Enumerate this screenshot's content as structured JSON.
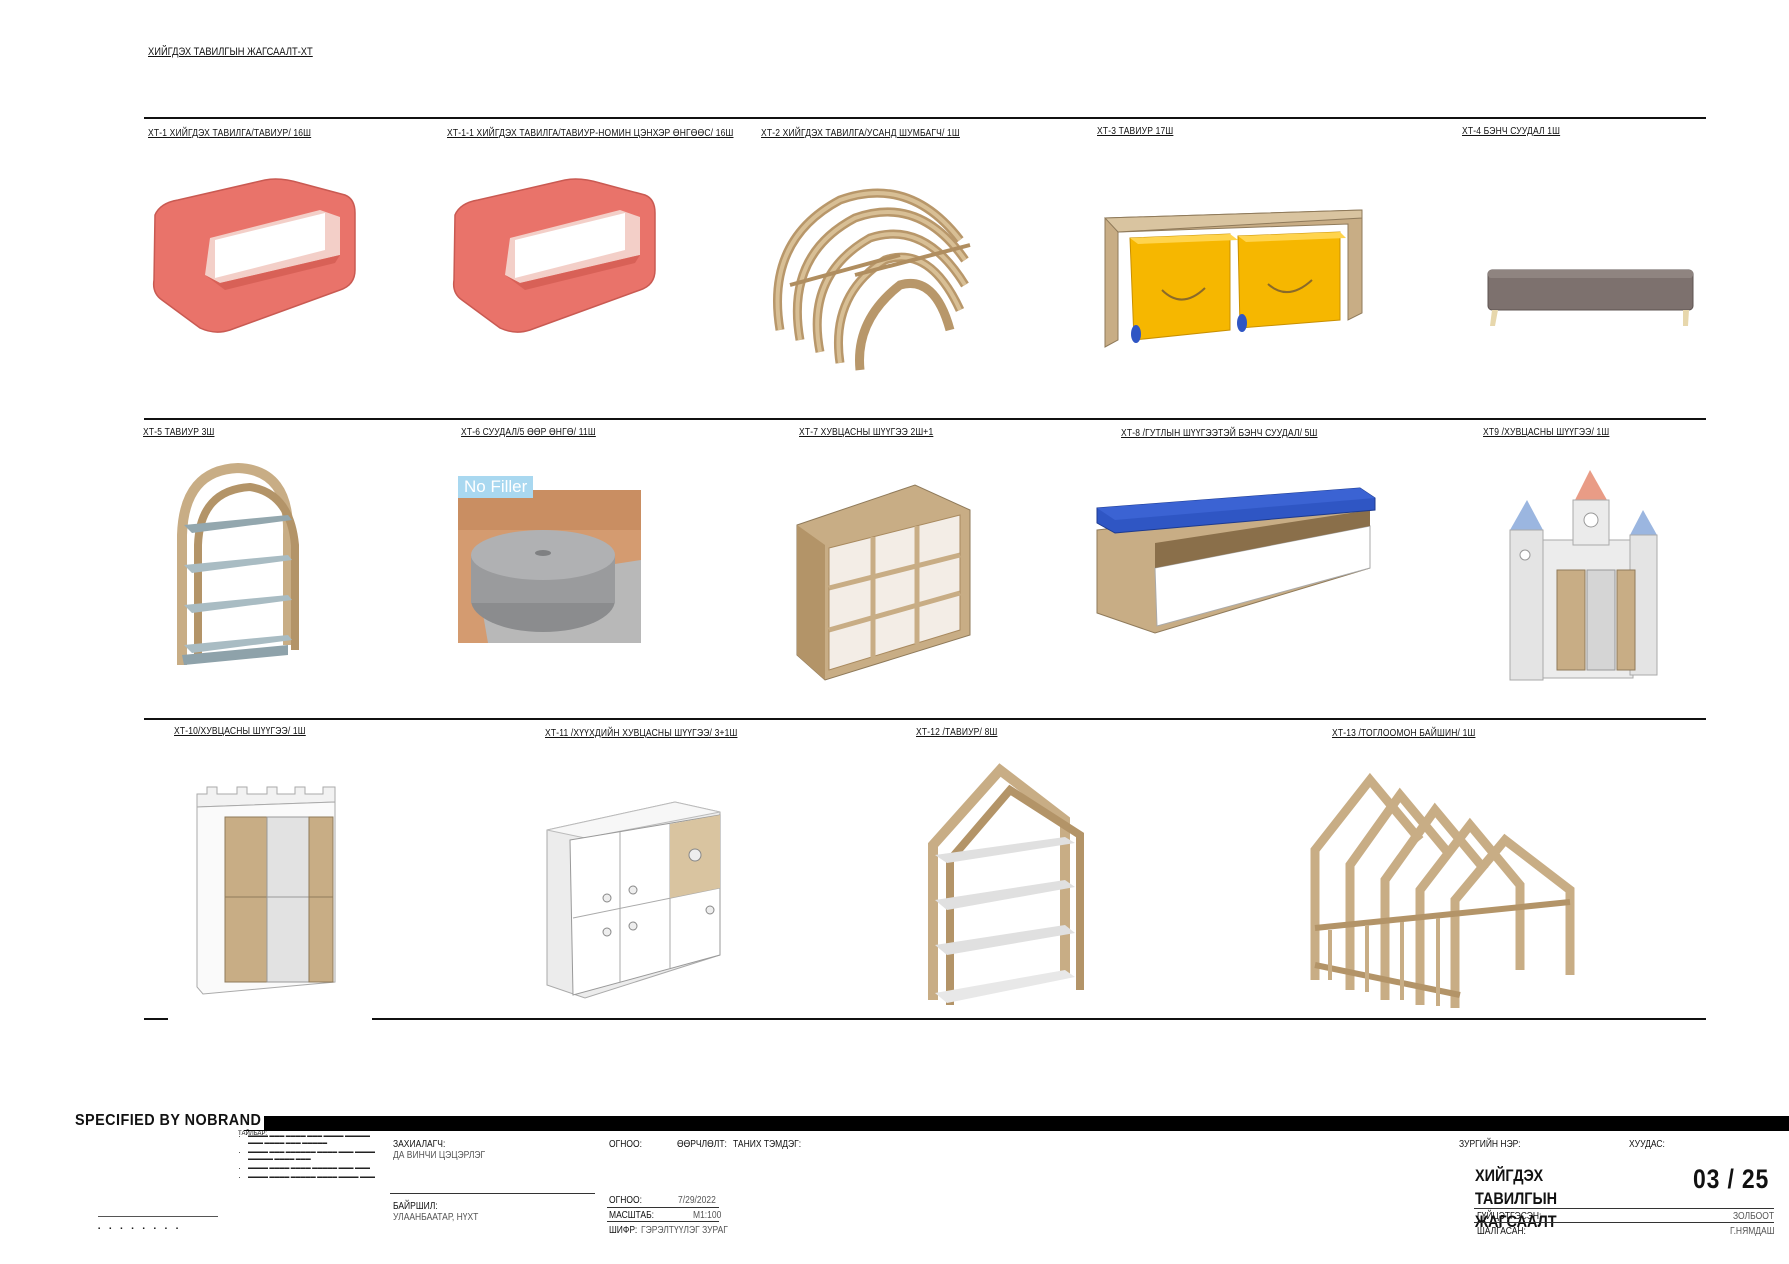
{
  "sheet_title": "ХИЙГДЭХ ТАВИЛГЫН ЖАГСААЛТ-ХТ",
  "items": [
    {
      "label": "ХТ-1 ХИЙГДЭХ ТАВИЛГА/ТАВИУР/   16Ш",
      "icon": "pink-cube-shelf-icon"
    },
    {
      "label": "ХТ-1-1 ХИЙГДЭХ ТАВИЛГА/ТАВИУР-НОМИН ЦЭНХЭР ӨНГӨӨС/   16Ш",
      "icon": "pink-cube-shelf-icon"
    },
    {
      "label": "ХТ-2 ХИЙГДЭХ ТАВИЛГА/УСАНД ШУМБАГЧ/   1Ш",
      "icon": "wooden-arch-tunnel-icon"
    },
    {
      "label": "ХТ-3 ТАВИУР  17Ш",
      "icon": "toy-box-shelf-icon"
    },
    {
      "label": "ХТ-4 БЭНЧ СУУДАЛ   1Ш",
      "icon": "bench-seat-icon"
    },
    {
      "label": "ХТ-5 ТАВИУР 3Ш",
      "icon": "arch-shelf-icon"
    },
    {
      "label": "ХТ-6 СУУДАЛ/5 ӨӨР ӨНГӨ/   11Ш",
      "icon": "pouf-icon"
    },
    {
      "label": "ХТ-7 ХУВЦАСНЫ ШҮҮГЭЭ   2Ш+1",
      "icon": "house-wardrobe-icon"
    },
    {
      "label": "ХТ-8 /ГУТЛЫН ШҮҮГЭЭТЭЙ БЭНЧ СУУДАЛ/   5Ш",
      "icon": "shoe-bench-icon"
    },
    {
      "label": "ХТ9 /ХУВЦАСНЫ ШҮҮГЭЭ/   1Ш",
      "icon": "castle-wardrobe-icon"
    },
    {
      "label": "ХТ-10/ХУВЦАСНЫ ШҮҮГЭЭ/   1Ш",
      "icon": "castle-cabinet-icon"
    },
    {
      "label": "ХТ-11 /ХҮҮХДИЙН ХУВЦАСНЫ ШҮҮГЭЭ/ 3+1Ш",
      "icon": "kids-cabinet-icon"
    },
    {
      "label": "ХТ-12 /ТАВИУР/   8Ш",
      "icon": "house-shelf-icon"
    },
    {
      "label": "ХТ-13 /ТОГЛООМОН БАЙШИН/   1Ш",
      "icon": "play-house-icon"
    }
  ],
  "pouf_badge": "No Filler",
  "brand": "SPECIFIED BY NOBRAND",
  "notes_heading": "ТАЙЛБАР:",
  "title_block": {
    "client_label": "ЗАХИАЛАГЧ:",
    "client_value": "ДА ВИНЧИ ЦЭЦЭРЛЭГ",
    "location_label": "БАЙРШИЛ:",
    "location_value": "УЛААНБААТАР, НҮХТ",
    "date_label": "ОГНОО:",
    "change_label": "ӨӨРЧЛӨЛТ:",
    "mark_label": "ТАНИХ ТЭМДЭГ:",
    "date2_label": "ОГНОО:",
    "date2_value": "7/29/2022",
    "scale_label": "МАСШТАБ:",
    "scale_value": "M1:100",
    "code_label": "ШИФР:",
    "code_value": "ГЭРЭЛТҮҮЛЭГ ЗУРАГ",
    "drawing_name_label": "ЗУРГИЙН НЭР:",
    "drawing_name_value": "ХИЙГДЭХ ТАВИЛГЫН ЖАГСААЛТ",
    "sheet_label": "ХУУДАС:",
    "sheet_value": "03 / 25",
    "executed_label": "ГҮЙЦЭТГЭСЭН:",
    "executed_value": "ЗОЛБООТ",
    "checked_label": "ШАЛГАСАН:",
    "checked_value": "Г.НЯМДАШ"
  },
  "colors": {
    "pink": "#e9736a",
    "wood": "#c8ad85",
    "yellow": "#f6b700",
    "blue": "#2f56c4",
    "grey": "#8a8f92"
  }
}
